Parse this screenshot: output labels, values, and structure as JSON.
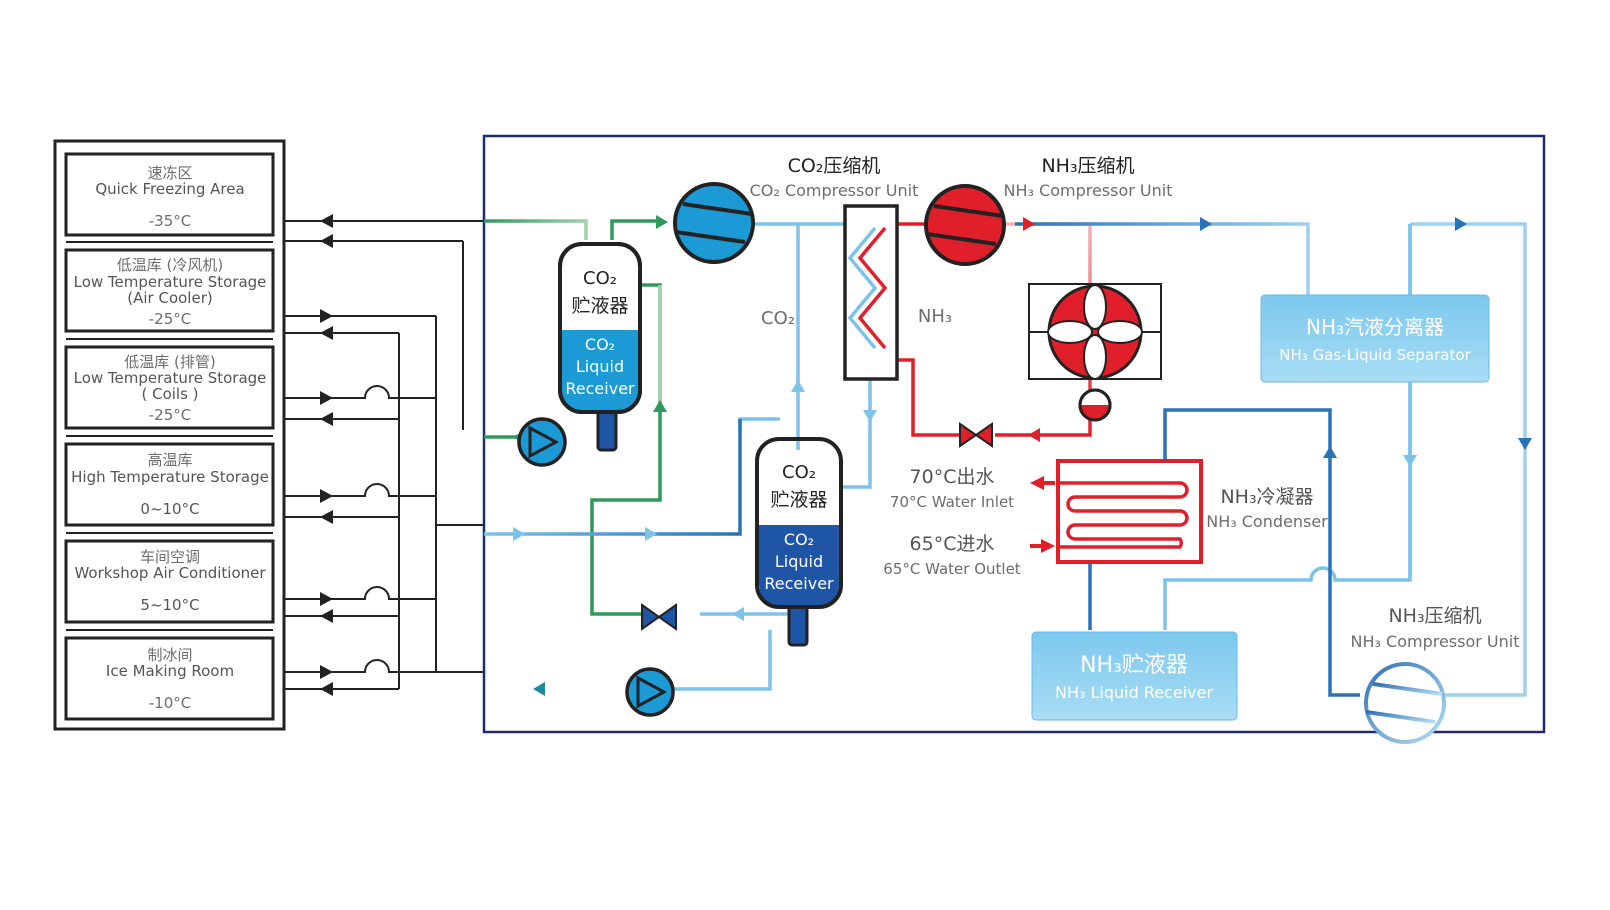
{
  "colors": {
    "co2_blue": "#1b9ad6",
    "co2_dark_blue": "#1f55a6",
    "nh3_red": "#e01f2a",
    "pipe_green": "#2e9a5c",
    "pipe_light_blue": "#7cc3ea",
    "pipe_pink": "#ee9aa0",
    "frame_navy": "#1e2b6b",
    "black": "#222222"
  },
  "rooms": [
    {
      "name_cn": "速冻区",
      "name_en": "Quick Freezing Area",
      "name_en2": "",
      "temp": "-35°C"
    },
    {
      "name_cn": "低温库 (冷风机)",
      "name_en": "Low Temperature Storage",
      "name_en2": "(Air Cooler)",
      "temp": "-25°C"
    },
    {
      "name_cn": "低温库 (排管)",
      "name_en": "Low Temperature Storage",
      "name_en2": "( Coils )",
      "temp": "-25°C"
    },
    {
      "name_cn": "高温库",
      "name_en": "High Temperature Storage",
      "name_en2": "",
      "temp": "0~10°C"
    },
    {
      "name_cn": "车间空调",
      "name_en": "Workshop Air Conditioner",
      "name_en2": "",
      "temp": "5~10°C"
    },
    {
      "name_cn": "制冰间",
      "name_en": "Ice Making Room",
      "name_en2": "",
      "temp": "-10°C"
    }
  ],
  "labels": {
    "co2_compressor_cn": "CO₂压缩机",
    "co2_compressor_en": "CO₂ Compressor Unit",
    "nh3_compressor_top_cn": "NH₃压缩机",
    "nh3_compressor_top_en": "NH₃ Compressor Unit",
    "co2_receiver1_top": "CO₂",
    "co2_receiver1_cn": "贮液器",
    "co2_receiver1_en1": "CO₂",
    "co2_receiver1_en2": "Liquid",
    "co2_receiver1_en3": "Receiver",
    "co2_receiver2_top": "CO₂",
    "co2_receiver2_cn": "贮液器",
    "co2_receiver2_en1": "CO₂",
    "co2_receiver2_en2": "Liquid",
    "co2_receiver2_en3": "Receiver",
    "co2_line": "CO₂",
    "nh3_line": "NH₃",
    "separator_cn": "NH₃汽液分离器",
    "separator_en": "NH₃ Gas-Liquid Separator",
    "water_in_cn": "70°C出水",
    "water_in_en": "70°C Water Inlet",
    "water_out_cn": "65°C进水",
    "water_out_en": "65°C Water Outlet",
    "condenser_cn": "NH₃冷凝器",
    "condenser_en": "NH₃ Condenser",
    "nh3_receiver_cn": "NH₃贮液器",
    "nh3_receiver_en": "NH₃ Liquid Receiver",
    "nh3_compressor_bottom_cn": "NH₃压缩机",
    "nh3_compressor_bottom_en": "NH₃ Compressor Unit"
  }
}
